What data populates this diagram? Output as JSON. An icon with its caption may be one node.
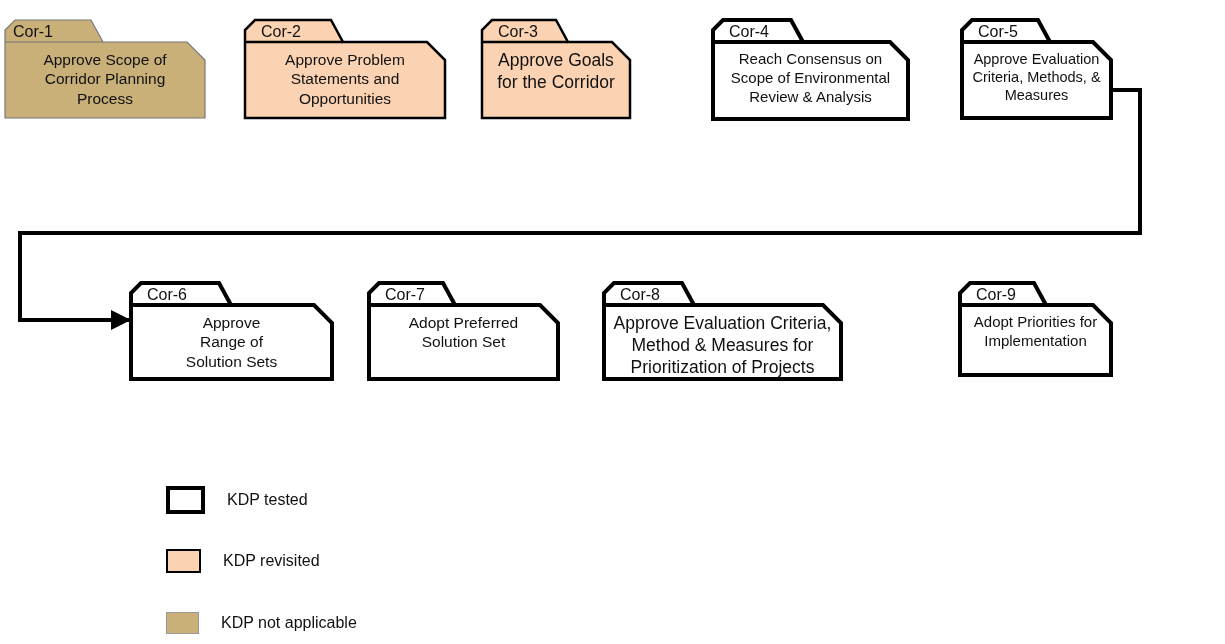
{
  "diagram": {
    "nodes": [
      {
        "text": [
          "Cor-1",
          "Approve Scope of Corridor Planning Process"
        ]
      },
      {
        "text": [
          "Cor-2",
          "Approve Problem Statements and Opportunities"
        ]
      },
      {
        "text": [
          "Cor-3",
          "Approve Goals for the Corridor"
        ]
      },
      {
        "text": [
          "Cor-4",
          "Reach Consensus on Scope of Environmental Review & Analysis"
        ]
      },
      {
        "text": [
          "Cor-5",
          "Approve Evaluation Criteria, Methods, & Measures"
        ]
      },
      {
        "text": [
          "Cor-6",
          "Approve Range of Solution Sets"
        ]
      },
      {
        "text": [
          "Cor-7",
          "Adopt Preferred Solution Set"
        ]
      },
      {
        "text": [
          "Cor-8",
          "Approve Evaluation Criteria, Method & Measures for Prioritization of Projects"
        ]
      },
      {
        "text": [
          "Cor-9",
          "Adopt Priorities for Implementation"
        ]
      }
    ],
    "edges": [
      {
        "from": 4,
        "to": 5,
        "arrow": "to"
      }
    ],
    "legend": [
      {
        "text": "KDP tested",
        "color": "#ffffff"
      },
      {
        "text": "KDP revisited",
        "color": "#fbd3b2"
      },
      {
        "text": "KDP not applicable",
        "color": "#c9af78"
      }
    ]
  }
}
